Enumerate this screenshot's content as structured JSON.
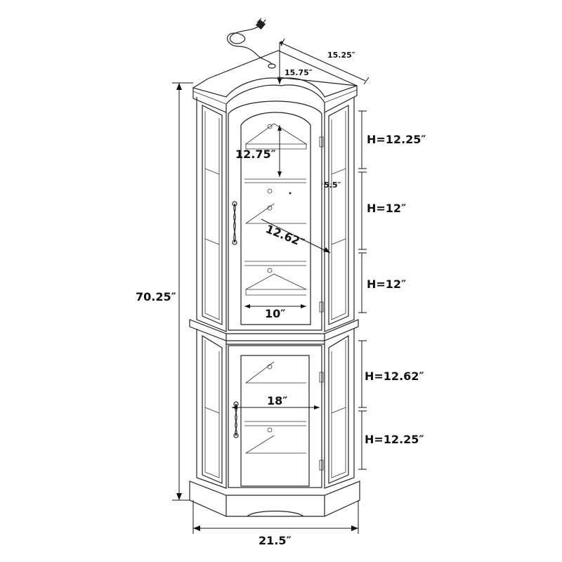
{
  "dimensions": {
    "overall_height": "70.25″",
    "width": "21.5″",
    "depth_right": "15.25″",
    "depth_left": "15.75″",
    "shelf_gap_top": "12.75″",
    "side_panel_width": "5.5″",
    "shelf_diagonal": "12.62″",
    "shelf_front": "10″",
    "lower_width": "18″"
  },
  "section_heights": [
    "H=12.25″",
    "H=12″",
    "H=12″",
    "H=12.62″",
    "H=12.25″"
  ],
  "colors": {
    "line": "#222222",
    "background": "#ffffff"
  },
  "icons": [
    "power-cord-icon",
    "door-handle-icon"
  ]
}
